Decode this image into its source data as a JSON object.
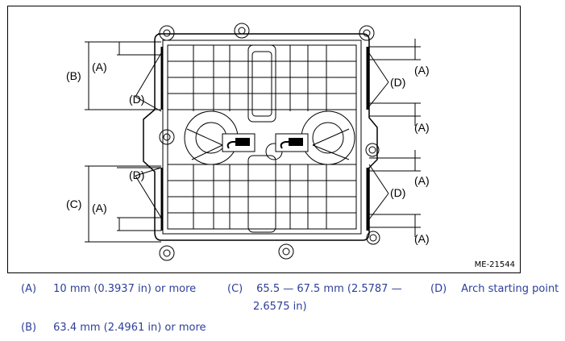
{
  "figure": {
    "id": "ME-21544",
    "callouts": {
      "a": "(A)",
      "b": "(B)",
      "c": "(C)",
      "d": "(D)"
    }
  },
  "legend": [
    {
      "key": "(A)",
      "text": "10 mm (0.3937 in) or more"
    },
    {
      "key": "(B)",
      "text": "63.4 mm (2.4961 in) or more"
    },
    {
      "key": "(C)",
      "text": "65.5 — 67.5 mm (2.5787 —"
    },
    {
      "key": "(C)-cont",
      "text": "2.6575 in)"
    },
    {
      "key": "(D)",
      "text": "Arch starting point"
    }
  ],
  "colors": {
    "legend_text": "#2c3e9a",
    "line": "#000000"
  }
}
